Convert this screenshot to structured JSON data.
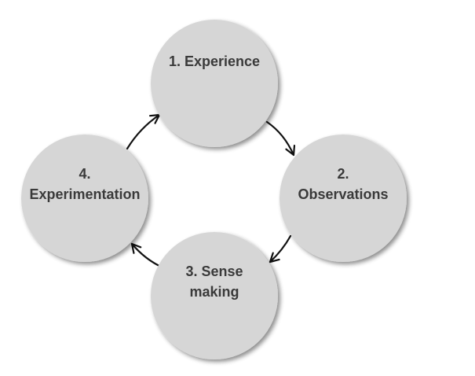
{
  "diagram": {
    "type": "cycle",
    "colors": {
      "node_fill": "#d6d6d6",
      "node_shadow": "#8a8a8a",
      "text": "#3a3a3a",
      "arrow": "#111111",
      "background": "#ffffff"
    },
    "nodes": [
      {
        "id": "experience",
        "lines": [
          "1. Experience"
        ]
      },
      {
        "id": "observations",
        "lines": [
          "2.",
          "Observations"
        ]
      },
      {
        "id": "sense-making",
        "lines": [
          "3. Sense",
          "making"
        ]
      },
      {
        "id": "experimentation",
        "lines": [
          "4.",
          "Experimentation"
        ]
      }
    ],
    "edges": [
      {
        "from": "experience",
        "to": "observations"
      },
      {
        "from": "observations",
        "to": "sense-making"
      },
      {
        "from": "sense-making",
        "to": "experimentation"
      },
      {
        "from": "experimentation",
        "to": "experience"
      }
    ]
  }
}
